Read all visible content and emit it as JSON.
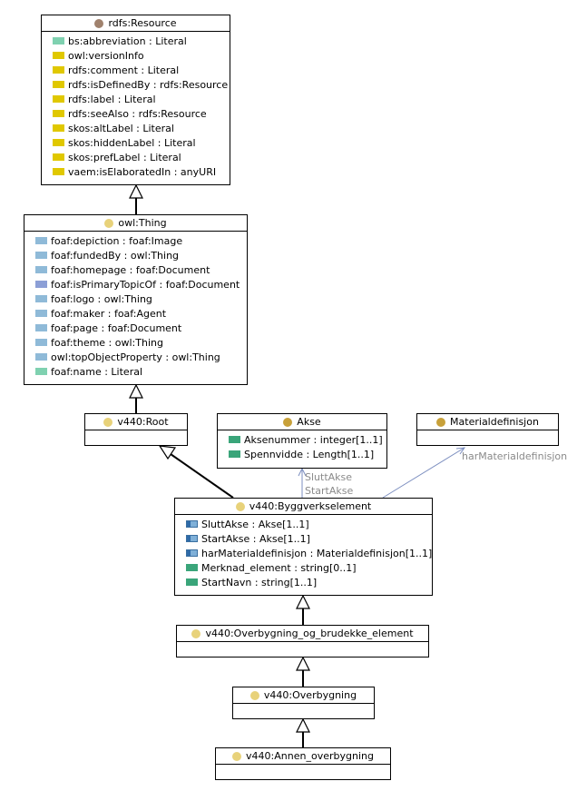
{
  "colors": {
    "annotation": "#e0c800",
    "datatype": "#7fd1b0",
    "object": "#8fbad8",
    "object_primary": "#8c9fd6",
    "literal_attr": "#3aa57a",
    "owl_class": "#e8d27a",
    "rdfs_resource": "#a0826d",
    "akse": "#c8a13a"
  },
  "classes": {
    "rdfs_resource": {
      "title": "rdfs:Resource",
      "rows": [
        {
          "text": "bs:abbreviation : Literal",
          "kind": "datatype"
        },
        {
          "text": "owl:versionInfo",
          "kind": "annotation"
        },
        {
          "text": "rdfs:comment : Literal",
          "kind": "annotation"
        },
        {
          "text": "rdfs:isDefinedBy : rdfs:Resource",
          "kind": "annotation"
        },
        {
          "text": "rdfs:label : Literal",
          "kind": "annotation"
        },
        {
          "text": "rdfs:seeAlso : rdfs:Resource",
          "kind": "annotation"
        },
        {
          "text": "skos:altLabel : Literal",
          "kind": "annotation"
        },
        {
          "text": "skos:hiddenLabel : Literal",
          "kind": "annotation"
        },
        {
          "text": "skos:prefLabel : Literal",
          "kind": "annotation"
        },
        {
          "text": "vaem:isElaboratedIn : anyURI",
          "kind": "annotation"
        }
      ]
    },
    "owl_thing": {
      "title": "owl:Thing",
      "rows": [
        {
          "text": "foaf:depiction : foaf:Image",
          "kind": "object"
        },
        {
          "text": "foaf:fundedBy : owl:Thing",
          "kind": "object"
        },
        {
          "text": "foaf:homepage : foaf:Document",
          "kind": "object"
        },
        {
          "text": "foaf:isPrimaryTopicOf : foaf:Document",
          "kind": "object_primary"
        },
        {
          "text": "foaf:logo : owl:Thing",
          "kind": "object"
        },
        {
          "text": "foaf:maker : foaf:Agent",
          "kind": "object"
        },
        {
          "text": "foaf:page : foaf:Document",
          "kind": "object"
        },
        {
          "text": "foaf:theme : owl:Thing",
          "kind": "object"
        },
        {
          "text": "owl:topObjectProperty : owl:Thing",
          "kind": "object"
        },
        {
          "text": "foaf:name : Literal",
          "kind": "datatype"
        }
      ]
    },
    "root": {
      "title": "v440:Root",
      "rows": []
    },
    "akse": {
      "title": "Akse",
      "rows": [
        {
          "text": "Aksenummer : integer[1..1]",
          "kind": "literal_attr"
        },
        {
          "text": "Spennvidde : Length[1..1]",
          "kind": "literal_attr"
        }
      ]
    },
    "materialdefinisjon": {
      "title": "Materialdefinisjon",
      "rows": []
    },
    "byggverkselement": {
      "title": "v440:Byggverkselement",
      "rows": [
        {
          "text": "SluttAkse : Akse[1..1]",
          "kind": "op"
        },
        {
          "text": "StartAkse : Akse[1..1]",
          "kind": "op"
        },
        {
          "text": "harMaterialdefinisjon : Materialdefinisjon[1..1]",
          "kind": "op"
        },
        {
          "text": "Merknad_element : string[0..1]",
          "kind": "literal_attr"
        },
        {
          "text": "StartNavn : string[1..1]",
          "kind": "literal_attr"
        }
      ]
    },
    "overbygning_brudekke": {
      "title": "v440:Overbygning_og_brudekke_element",
      "rows": []
    },
    "overbygning": {
      "title": "v440:Overbygning",
      "rows": []
    },
    "annen_overbygning": {
      "title": "v440:Annen_overbygning",
      "rows": []
    }
  },
  "relations": {
    "slutt_akse": "SluttAkse",
    "start_akse": "StartAkse",
    "har_materialdefinisjon": "harMaterialdefinisjon"
  }
}
